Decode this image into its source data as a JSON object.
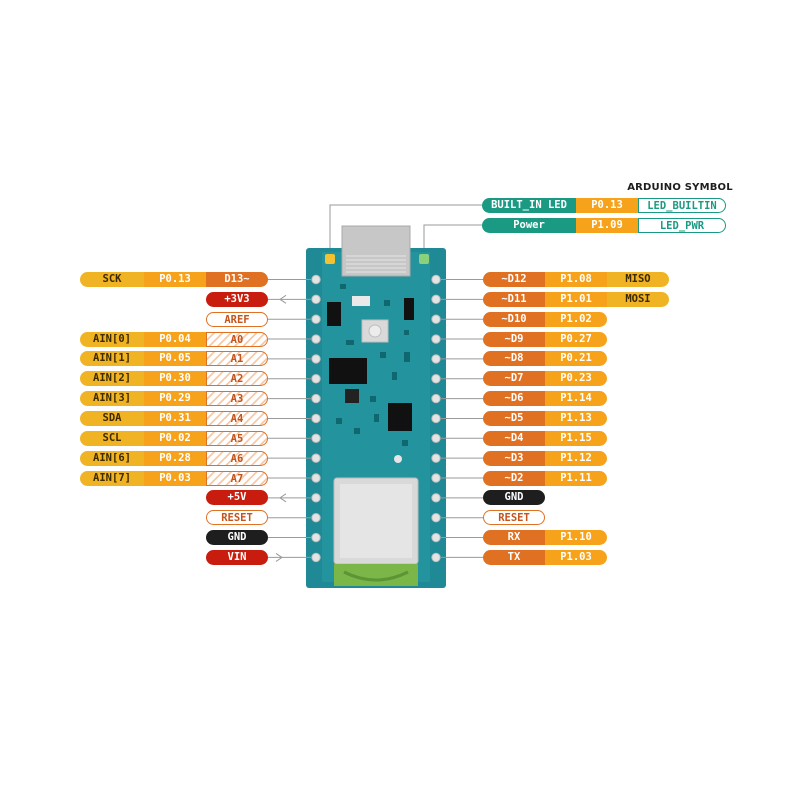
{
  "header": {
    "arduino_symbol_title": "ARDUINO SYMBOL"
  },
  "top_labels": [
    {
      "name": "BUILT_IN LED",
      "port": "P0.13",
      "symbol": "LED_BUILTIN"
    },
    {
      "name": "Power",
      "port": "P1.09",
      "symbol": "LED_PWR"
    }
  ],
  "left_pins": [
    {
      "func": "SCK",
      "port": "P0.13",
      "pin": "D13~",
      "type": "digital"
    },
    {
      "func": "",
      "port": "",
      "pin": "+3V3",
      "type": "power"
    },
    {
      "func": "",
      "port": "",
      "pin": "AREF",
      "type": "aref"
    },
    {
      "func": "AIN[0]",
      "port": "P0.04",
      "pin": "A0",
      "type": "analog"
    },
    {
      "func": "AIN[1]",
      "port": "P0.05",
      "pin": "A1",
      "type": "analog"
    },
    {
      "func": "AIN[2]",
      "port": "P0.30",
      "pin": "A2",
      "type": "analog"
    },
    {
      "func": "AIN[3]",
      "port": "P0.29",
      "pin": "A3",
      "type": "analog"
    },
    {
      "func": "SDA",
      "port": "P0.31",
      "pin": "A4",
      "type": "analog"
    },
    {
      "func": "SCL",
      "port": "P0.02",
      "pin": "A5",
      "type": "analog"
    },
    {
      "func": "AIN[6]",
      "port": "P0.28",
      "pin": "A6",
      "type": "analog"
    },
    {
      "func": "AIN[7]",
      "port": "P0.03",
      "pin": "A7",
      "type": "analog"
    },
    {
      "func": "",
      "port": "",
      "pin": "+5V",
      "type": "power"
    },
    {
      "func": "",
      "port": "",
      "pin": "RESET",
      "type": "aref"
    },
    {
      "func": "",
      "port": "",
      "pin": "GND",
      "type": "ground"
    },
    {
      "func": "",
      "port": "",
      "pin": "VIN",
      "type": "power"
    }
  ],
  "right_pins": [
    {
      "pin": "~D12",
      "port": "P1.08",
      "func": "MISO",
      "type": "digital"
    },
    {
      "pin": "~D11",
      "port": "P1.01",
      "func": "MOSI",
      "type": "digital"
    },
    {
      "pin": "~D10",
      "port": "P1.02",
      "func": "",
      "type": "digital"
    },
    {
      "pin": "~D9",
      "port": "P0.27",
      "func": "",
      "type": "digital"
    },
    {
      "pin": "~D8",
      "port": "P0.21",
      "func": "",
      "type": "digital"
    },
    {
      "pin": "~D7",
      "port": "P0.23",
      "func": "",
      "type": "digital"
    },
    {
      "pin": "~D6",
      "port": "P1.14",
      "func": "",
      "type": "digital"
    },
    {
      "pin": "~D5",
      "port": "P1.13",
      "func": "",
      "type": "digital"
    },
    {
      "pin": "~D4",
      "port": "P1.15",
      "func": "",
      "type": "digital"
    },
    {
      "pin": "~D3",
      "port": "P1.12",
      "func": "",
      "type": "digital"
    },
    {
      "pin": "~D2",
      "port": "P1.11",
      "func": "",
      "type": "digital"
    },
    {
      "pin": "GND",
      "port": "",
      "func": "",
      "type": "ground"
    },
    {
      "pin": "RESET",
      "port": "",
      "func": "",
      "type": "aref"
    },
    {
      "pin": "RX",
      "port": "P1.10",
      "func": "",
      "type": "digital"
    },
    {
      "pin": "TX",
      "port": "P1.03",
      "func": "",
      "type": "digital"
    }
  ],
  "colors": {
    "board": "#1f8a95",
    "digital": "#e07022",
    "port": "#f7a21b",
    "function": "#f0b323",
    "power": "#c81d0e",
    "ground": "#1e1e1e",
    "teal": "#1a9a83"
  }
}
